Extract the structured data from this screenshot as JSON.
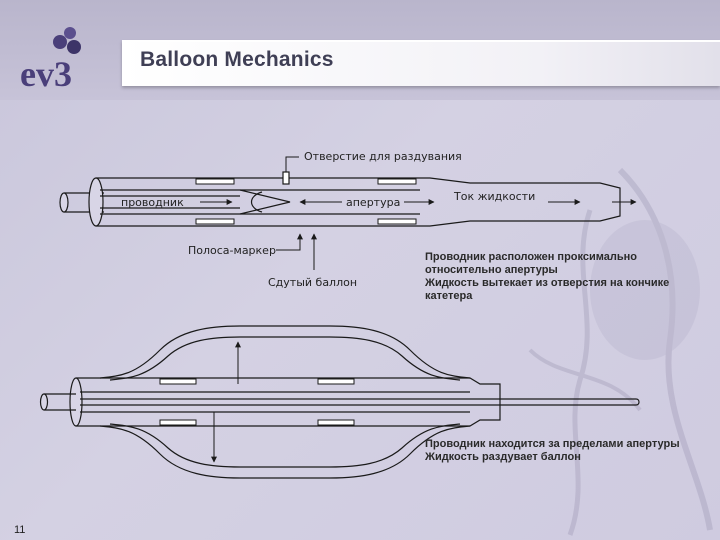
{
  "header": {
    "title": "Balloon Mechanics",
    "logo_text": "ev3"
  },
  "diagram_top": {
    "inflation_hole_label": "Отверстие для раздувания",
    "guidewire_label": "проводник",
    "aperture_label": "апертура",
    "fluid_flow_label": "Ток жидкости",
    "marker_band_label": "Полоса-маркер",
    "deflated_balloon_label": "Сдутый баллон"
  },
  "notes": {
    "top_lines": [
      "Проводник расположен проксимально",
      "относительно апертуры",
      "Жидкость вытекает из отверстия на кончике",
      " катетера"
    ],
    "bottom_lines": [
      "Проводник находится за пределами апертуры",
      "Жидкость раздувает баллон"
    ]
  },
  "footer": {
    "slide_number": "11"
  },
  "colors": {
    "background": "#cfcbe0",
    "title_text": "#3f3f55",
    "logo_purple": "#4a3f7a",
    "line": "#1a1a1a"
  }
}
